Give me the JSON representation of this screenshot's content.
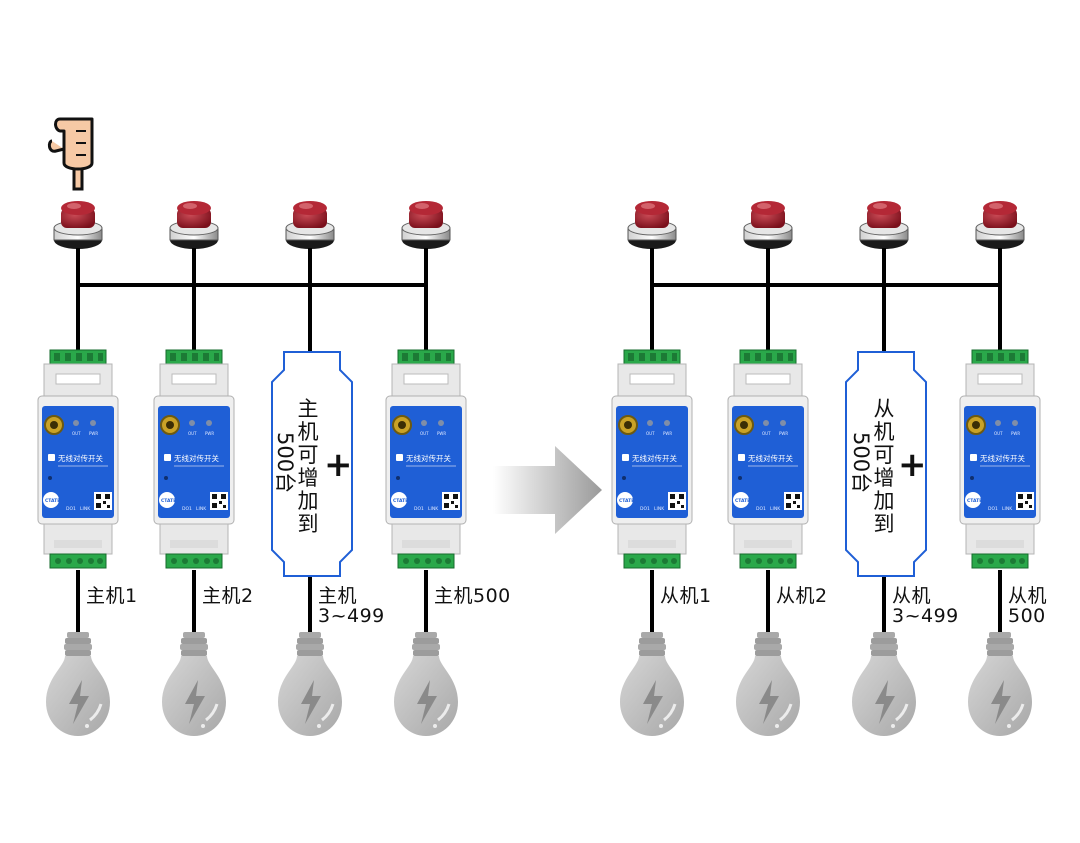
{
  "diagram": {
    "device": {
      "brand": "CTATE",
      "name": "无线对传开关",
      "led_labels": [
        "OUT",
        "PWR"
      ],
      "bottom_labels": [
        "DO1",
        "LINK"
      ]
    },
    "left_group": {
      "modules": [
        {
          "label": "主机1"
        },
        {
          "label": "主机2"
        },
        {
          "label_line1": "主机",
          "label_line2": "3~499"
        },
        {
          "label": "主机500"
        }
      ],
      "placeholder": {
        "text_vertical": "主机可增加到",
        "text_rotated": "500台",
        "plus": "+"
      }
    },
    "right_group": {
      "modules": [
        {
          "label": "从机1"
        },
        {
          "label": "从机2"
        },
        {
          "label_line1": "从机",
          "label_line2": "3~499"
        },
        {
          "label_line1": "从机",
          "label_line2": "500"
        }
      ],
      "placeholder": {
        "text_vertical": "从机可增加到",
        "text_rotated": "500台",
        "plus": "+"
      }
    },
    "colors": {
      "wire": "#000000",
      "module_blue": "#1f5fd6",
      "module_body": "#eeeeee",
      "terminal_green": "#2aa84a",
      "button_red": "#9e1b2a",
      "bulb_gray": "#bfbfbf",
      "hand_skin": "#f6c9a5"
    }
  }
}
